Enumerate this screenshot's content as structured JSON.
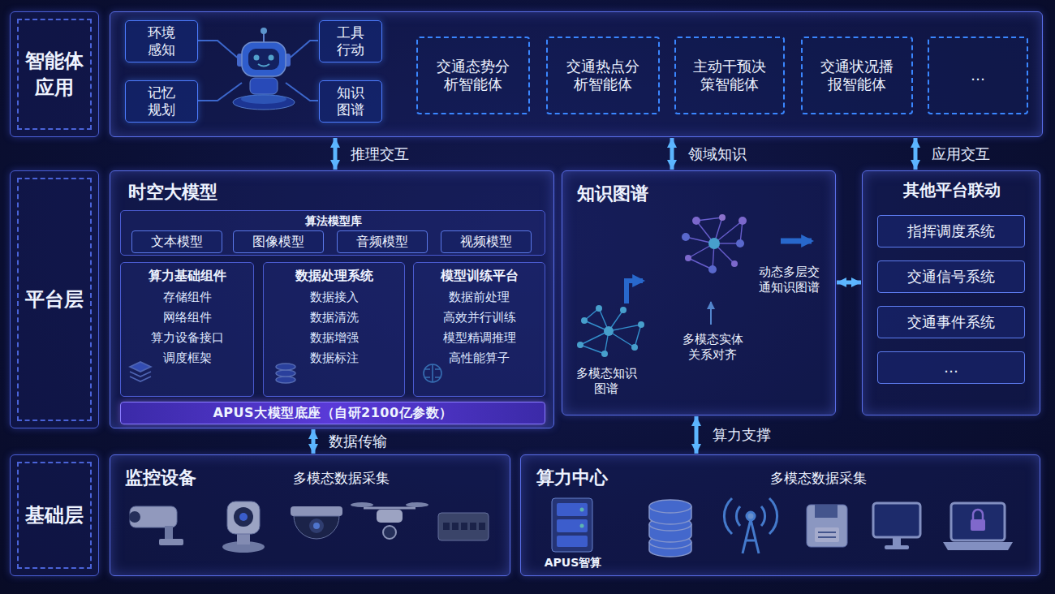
{
  "diagram": {
    "nodes": [
      {
        "text": [
          "智能体应用"
        ]
      },
      {
        "text": []
      },
      {
        "text": [
          "环境感知"
        ],
        "in": 1
      },
      {
        "text": [
          "记忆规划"
        ],
        "in": 1
      },
      {
        "text": [
          "工具行动"
        ],
        "in": 1
      },
      {
        "text": [
          "知识图谱"
        ],
        "in": 1
      },
      {
        "text": [
          "交通态势分析智能体"
        ],
        "in": 1
      },
      {
        "text": [
          "交通热点分析智能体"
        ],
        "in": 1
      },
      {
        "text": [
          "主动干预决策智能体"
        ],
        "in": 1
      },
      {
        "text": [
          "交通状况播报智能体"
        ],
        "in": 1
      },
      {
        "text": [
          "…"
        ],
        "in": 1
      },
      {
        "text": [
          "平台层"
        ]
      },
      {
        "text": [
          "时空大模型"
        ]
      },
      {
        "text": [
          "算法模型库"
        ],
        "in": 12
      },
      {
        "text": [
          "文本模型"
        ],
        "in": 13
      },
      {
        "text": [
          "图像模型"
        ],
        "in": 13
      },
      {
        "text": [
          "音频模型"
        ],
        "in": 13
      },
      {
        "text": [
          "视频模型"
        ],
        "in": 13
      },
      {
        "text": [
          "算力基础组件",
          "存储组件",
          "网络组件",
          "算力设备接口",
          "调度框架"
        ],
        "in": 12
      },
      {
        "text": [
          "数据处理系统",
          "数据接入",
          "数据清洗",
          "数据增强",
          "数据标注"
        ],
        "in": 12
      },
      {
        "text": [
          "模型训练平台",
          "数据前处理",
          "高效并行训练",
          "模型精调推理",
          "高性能算子"
        ],
        "in": 12
      },
      {
        "text": [
          "APUS大模型底座（自研2100亿参数）"
        ],
        "in": 12
      },
      {
        "text": [
          "知识图谱",
          "多模态知识图谱",
          "多模态实体关系对齐",
          "动态多层交通知识图谱"
        ]
      },
      {
        "text": [
          "其他平台联动"
        ]
      },
      {
        "text": [
          "指挥调度系统"
        ],
        "in": 23
      },
      {
        "text": [
          "交通信号系统"
        ],
        "in": 23
      },
      {
        "text": [
          "交通事件系统"
        ],
        "in": 23
      },
      {
        "text": [
          "…"
        ],
        "in": 23
      },
      {
        "text": [
          "基础层"
        ]
      },
      {
        "text": [
          "监控设备",
          "多模态数据采集"
        ]
      },
      {
        "text": [
          "算力中心",
          "多模态数据采集",
          "APUS智算"
        ]
      }
    ],
    "edges": [
      {
        "from": 1,
        "to": 12,
        "label": "推理交互",
        "arrow": "both"
      },
      {
        "from": 1,
        "to": 22,
        "label": "领域知识",
        "arrow": "both"
      },
      {
        "from": 1,
        "to": 23,
        "label": "应用交互",
        "arrow": "both"
      },
      {
        "from": 22,
        "to": 23,
        "arrow": "both"
      },
      {
        "from": 12,
        "to": 29,
        "label": "数据传输",
        "arrow": "both"
      },
      {
        "from": 22,
        "to": 30,
        "label": "算力支撑",
        "arrow": "both"
      }
    ]
  }
}
